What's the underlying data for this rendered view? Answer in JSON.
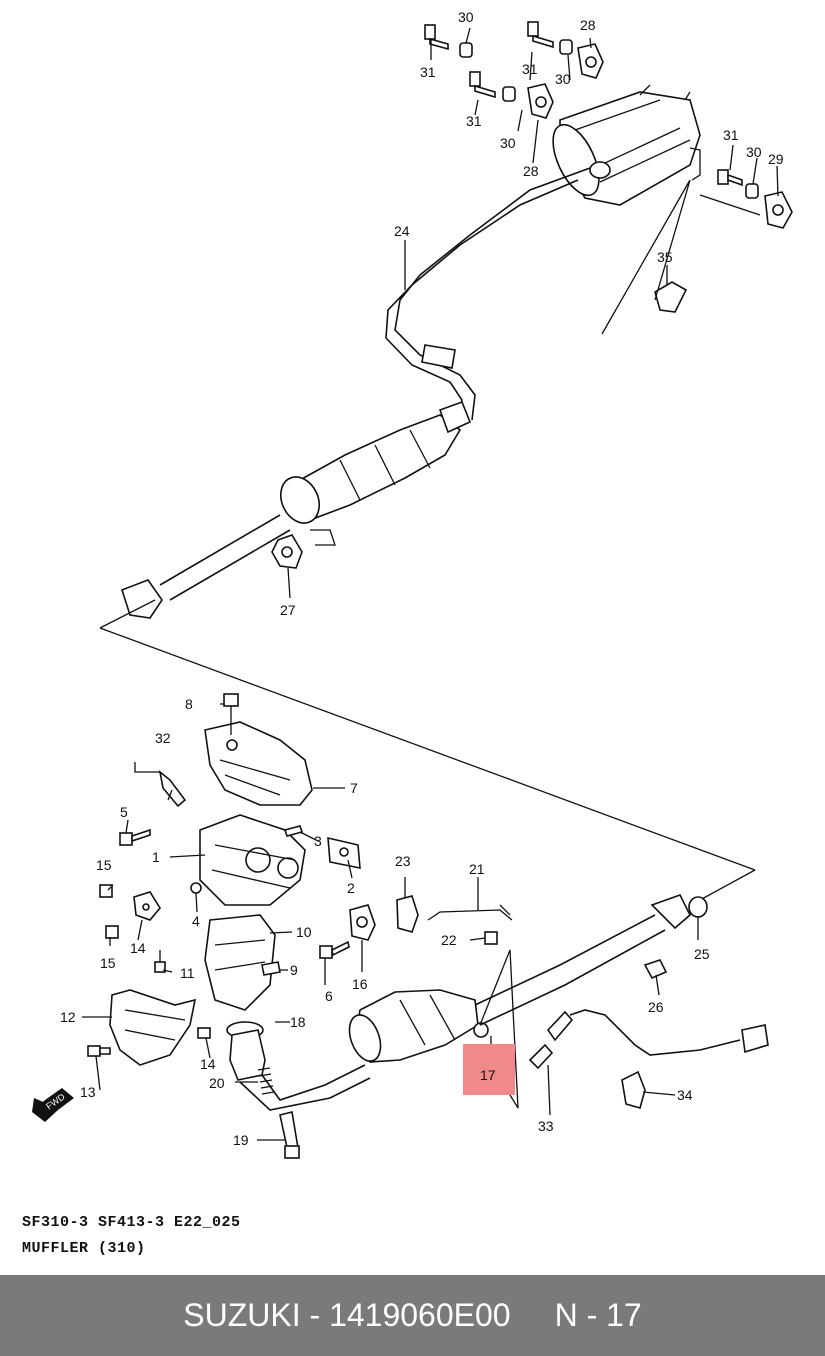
{
  "callouts": {
    "c1": "1",
    "c2": "2",
    "c3": "3",
    "c4": "4",
    "c5": "5",
    "c6": "6",
    "c7": "7",
    "c8": "8",
    "c9": "9",
    "c10": "10",
    "c11": "11",
    "c12": "12",
    "c13": "13",
    "c14a": "14",
    "c14b": "14",
    "c15a": "15",
    "c15b": "15",
    "c16": "16",
    "c17": "17",
    "c18": "18",
    "c19": "19",
    "c20": "20",
    "c21": "21",
    "c22": "22",
    "c23": "23",
    "c24": "24",
    "c25": "25",
    "c26": "26",
    "c27": "27",
    "c28a": "28",
    "c28b": "28",
    "c29": "29",
    "c30a": "30",
    "c30b": "30",
    "c30c": "30",
    "c30d": "30",
    "c31a": "31",
    "c31b": "31",
    "c31c": "31",
    "c31d": "31",
    "c32": "32",
    "c33": "33",
    "c34": "34",
    "c35": "35"
  },
  "highlight": {
    "label": "17",
    "color": "#f08a8a"
  },
  "fwd_label": "FWD",
  "caption": {
    "line1": "SF310-3 SF413-3 E22_025",
    "line2": "MUFFLER (310)"
  },
  "footer": {
    "part_info": "SUZUKI - 1419060E00",
    "page_ref": "N - 17",
    "background": "#7a7a7a"
  }
}
